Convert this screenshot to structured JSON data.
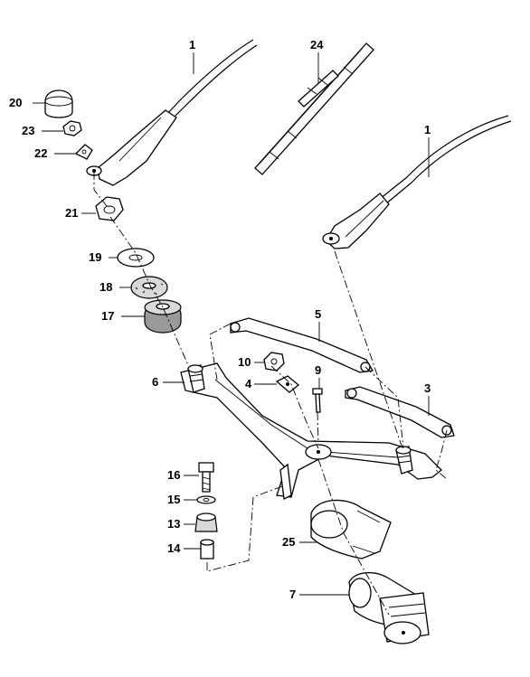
{
  "callouts": {
    "c1a": "1",
    "c1b": "1",
    "c24": "24",
    "c20": "20",
    "c23": "23",
    "c22": "22",
    "c21": "21",
    "c19": "19",
    "c18": "18",
    "c17": "17",
    "c5": "5",
    "c6": "6",
    "c10": "10",
    "c4": "4",
    "c9": "9",
    "c3": "3",
    "c16": "16",
    "c15": "15",
    "c13": "13",
    "c14": "14",
    "c25": "25",
    "c7": "7"
  },
  "colors": {
    "ink": "#000000",
    "background": "#ffffff",
    "shade": "#9a9a9a"
  }
}
